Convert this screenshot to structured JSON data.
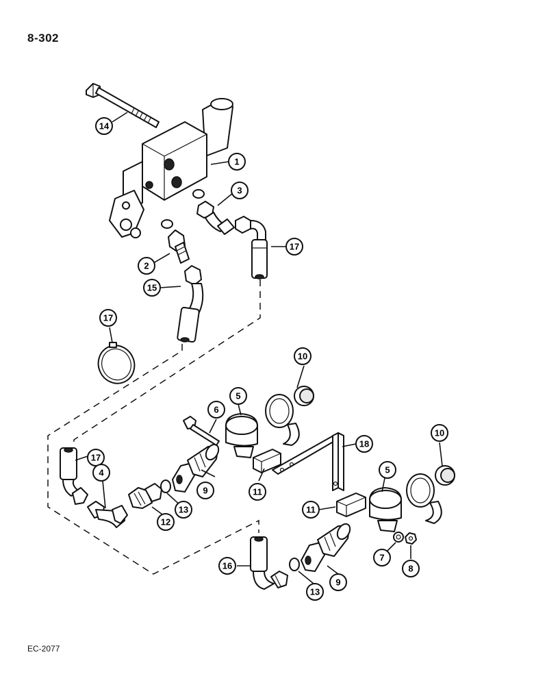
{
  "header": {
    "page_number": "8-302"
  },
  "footer": {
    "figure_code": "EC-2077"
  },
  "callouts": [
    {
      "id": "c1",
      "label": "1"
    },
    {
      "id": "c2",
      "label": "2"
    },
    {
      "id": "c3",
      "label": "3"
    },
    {
      "id": "c4",
      "label": "4"
    },
    {
      "id": "c5a",
      "label": "5"
    },
    {
      "id": "c5b",
      "label": "5"
    },
    {
      "id": "c6",
      "label": "6"
    },
    {
      "id": "c7",
      "label": "7"
    },
    {
      "id": "c8",
      "label": "8"
    },
    {
      "id": "c9a",
      "label": "9"
    },
    {
      "id": "c9b",
      "label": "9"
    },
    {
      "id": "c10a",
      "label": "10"
    },
    {
      "id": "c10b",
      "label": "10"
    },
    {
      "id": "c11a",
      "label": "11"
    },
    {
      "id": "c11b",
      "label": "11"
    },
    {
      "id": "c12",
      "label": "12"
    },
    {
      "id": "c13a",
      "label": "13"
    },
    {
      "id": "c13b",
      "label": "13"
    },
    {
      "id": "c14",
      "label": "14"
    },
    {
      "id": "c15a",
      "label": "15"
    },
    {
      "id": "c15b",
      "label": "15"
    },
    {
      "id": "c16",
      "label": "16"
    },
    {
      "id": "c17a",
      "label": "17"
    },
    {
      "id": "c17b",
      "label": "17"
    },
    {
      "id": "c18",
      "label": "18"
    }
  ]
}
